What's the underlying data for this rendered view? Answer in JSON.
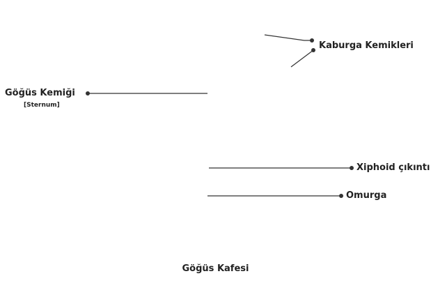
{
  "labels": {
    "ribs": "Kaburga Kemikleri",
    "sternum": "Göğüs Kemiği",
    "sternum_sub": "[Sternum]",
    "xiphoid": "Xiphoid çıkıntı",
    "spine": "Omurga"
  },
  "caption": "Göğüs Kafesi",
  "colors": {
    "line": "#333333",
    "text": "#222222"
  }
}
